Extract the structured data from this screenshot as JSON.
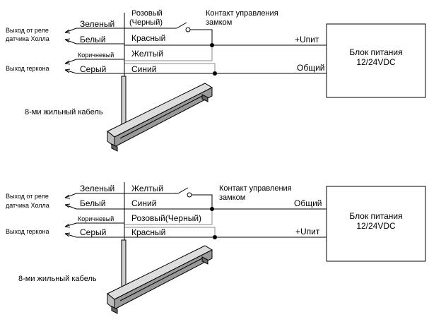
{
  "diagram1": {
    "left_labels": {
      "relay_hall": [
        "Выход от реле",
        "датчика Холла"
      ],
      "reed": "Выход геркона"
    },
    "wires_left": [
      "Зеленый",
      "Белый",
      "Коричневый",
      "Серый"
    ],
    "wires_right": [
      "Розовый",
      "(Черный)",
      "Красный",
      "Желтый",
      "Синий"
    ],
    "contact": [
      "Контакт управления",
      "замком"
    ],
    "power_plus": "+Uпит",
    "common": "Общий",
    "psu": [
      "Блок питания",
      "12/24VDC"
    ],
    "cable": "8-ми жильный кабель"
  },
  "diagram2": {
    "left_labels": {
      "relay_hall": [
        "Выход от реле",
        "датчика Холла"
      ],
      "reed": "Выход геркона"
    },
    "wires_left": [
      "Зеленый",
      "Белый",
      "Коричневый",
      "Серый"
    ],
    "wires_right": [
      "Желтый",
      "Синий",
      "Розовый(Черный)",
      "Красный"
    ],
    "contact": [
      "Контакт управления",
      "замком"
    ],
    "common": "Общий",
    "power_plus": "+Uпит",
    "psu": [
      "Блок питания",
      "12/24VDC"
    ],
    "cable": "8-ми жильный кабель"
  }
}
